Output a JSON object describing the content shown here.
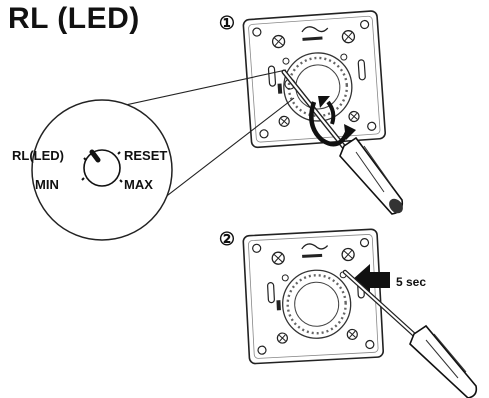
{
  "title": "RL (LED)",
  "steps": [
    {
      "number": "①"
    },
    {
      "number": "②"
    }
  ],
  "dial": {
    "labels": {
      "rl_led": "RL(LED)",
      "reset": "RESET",
      "min": "MIN",
      "max": "MAX"
    }
  },
  "press_duration": "5 sec",
  "icons": [
    "rotate-arrow-icon",
    "push-arrow-icon",
    "screwdriver-icon"
  ]
}
